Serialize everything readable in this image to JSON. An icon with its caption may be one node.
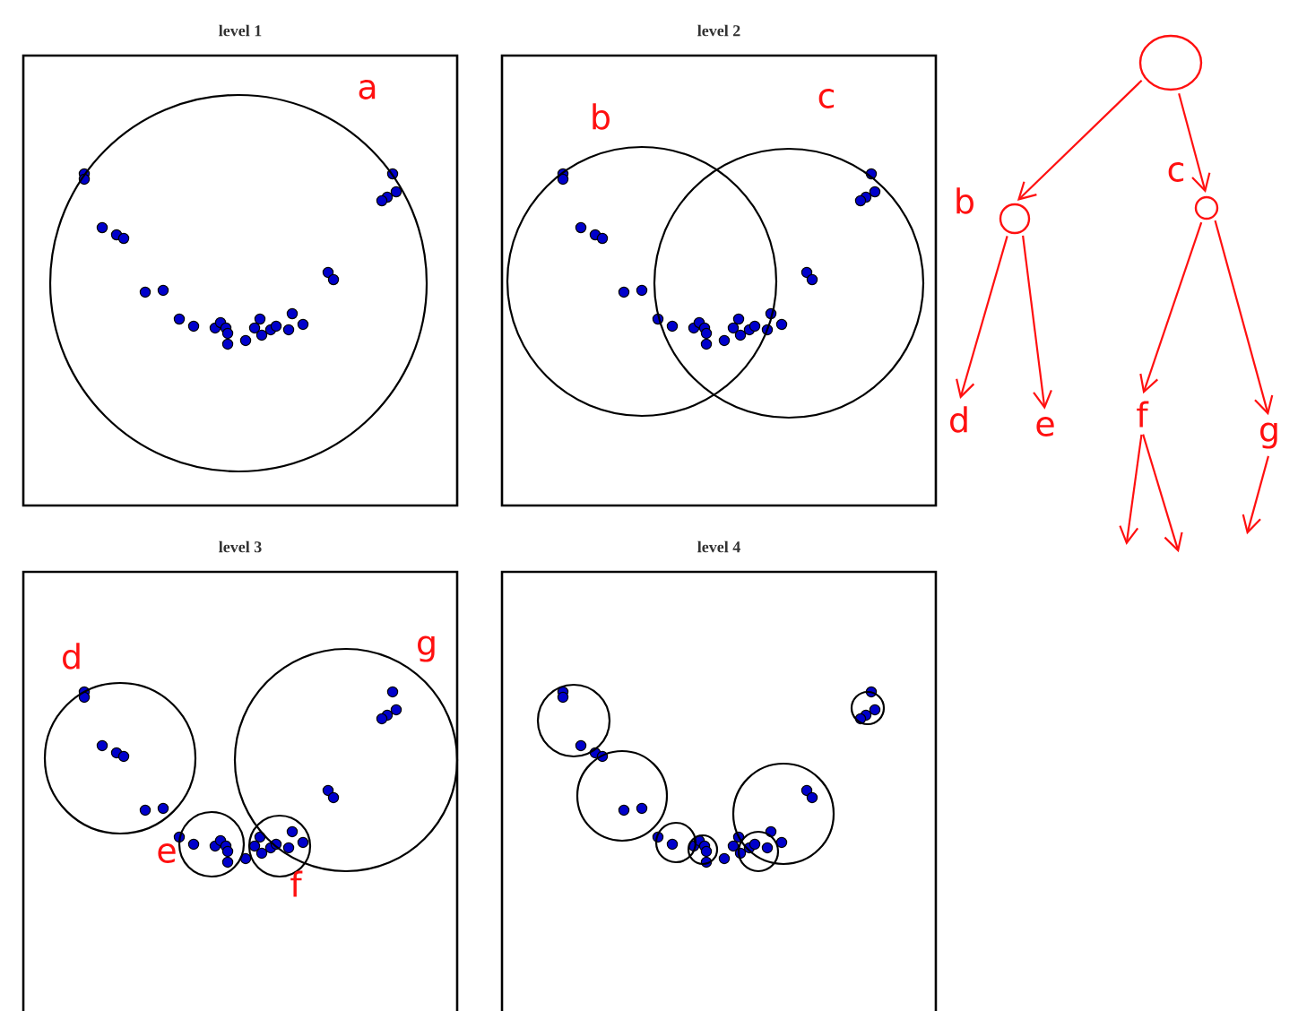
{
  "diagram": {
    "nodes": [
      {
        "text": [
          "level 1"
        ]
      },
      {
        "text": [
          "a"
        ],
        "in": 0
      },
      {
        "text": [
          "level 2"
        ]
      },
      {
        "text": [
          "b"
        ],
        "in": 2
      },
      {
        "text": [
          "c"
        ],
        "in": 2
      },
      {
        "text": [
          "level 3"
        ]
      },
      {
        "text": [
          "d"
        ],
        "in": 5
      },
      {
        "text": [
          "e"
        ],
        "in": 5
      },
      {
        "text": [
          "f"
        ],
        "in": 5
      },
      {
        "text": [
          "g"
        ],
        "in": 5
      },
      {
        "text": [
          "level 4"
        ]
      },
      {
        "text": [],
        "shape": "circle",
        "in": 10
      },
      {
        "text": [],
        "shape": "circle",
        "in": 10
      },
      {
        "text": [],
        "shape": "circle",
        "in": 10
      },
      {
        "text": [],
        "shape": "circle",
        "in": 10
      },
      {
        "text": [],
        "shape": "circle",
        "in": 10
      },
      {
        "text": [],
        "shape": "circle",
        "in": 10
      },
      {
        "text": [],
        "shape": "circle",
        "in": 10
      },
      {
        "text": [],
        "shape": "circle"
      },
      {
        "text": [
          "b"
        ]
      },
      {
        "text": [
          "c"
        ]
      },
      {
        "text": [
          "d"
        ]
      },
      {
        "text": [
          "e"
        ]
      },
      {
        "text": [
          "f"
        ]
      },
      {
        "text": [
          "g"
        ]
      }
    ],
    "edges": [
      {
        "from": 18,
        "to": 19,
        "arrow": "to"
      },
      {
        "from": 18,
        "to": 20,
        "arrow": "to"
      },
      {
        "from": 19,
        "to": 21,
        "arrow": "to"
      },
      {
        "from": 19,
        "to": 22,
        "arrow": "to"
      },
      {
        "from": 20,
        "to": 23,
        "arrow": "to"
      },
      {
        "from": 20,
        "to": 24,
        "arrow": "to"
      },
      {
        "from": 23,
        "to": null,
        "arrow": "to"
      },
      {
        "from": 23,
        "to": null,
        "arrow": "to"
      },
      {
        "from": 24,
        "to": null,
        "arrow": "to"
      }
    ]
  }
}
